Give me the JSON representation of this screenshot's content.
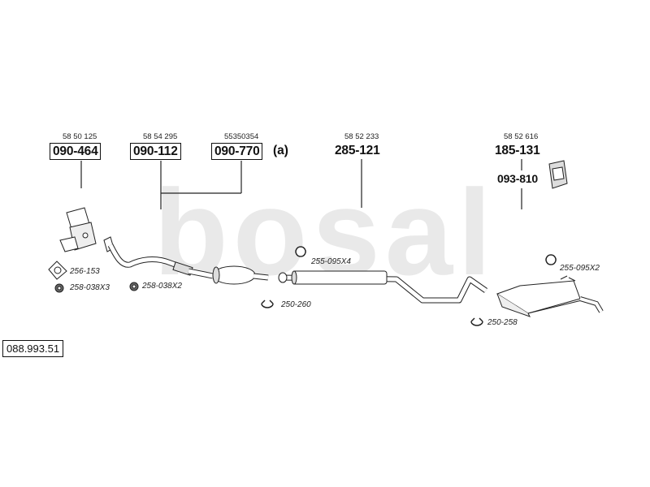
{
  "catalog_number": "088.993.51",
  "watermark": "bosal",
  "parts": [
    {
      "ref": "58 50 125",
      "number": "090-464",
      "boxed": true
    },
    {
      "ref": "58 54 295",
      "number": "090-112",
      "boxed": true
    },
    {
      "ref": "55350354",
      "number": "090-770",
      "boxed": true,
      "suffix": "(a)"
    },
    {
      "ref": "58 52 233",
      "number": "285-121",
      "boxed": false
    },
    {
      "ref": "58 52 616",
      "number": "185-131",
      "boxed": false
    },
    {
      "ref": "",
      "number": "093-810",
      "boxed": false
    }
  ],
  "accessories": [
    {
      "label": "256-153",
      "icon": "flange-gasket-icon"
    },
    {
      "label": "258-038X3",
      "icon": "rubber-ring-icon"
    },
    {
      "label": "258-038X2",
      "icon": "rubber-ring-icon"
    },
    {
      "label": "255-095X4",
      "icon": "clamp-icon"
    },
    {
      "label": "250-260",
      "icon": "clamp-icon"
    },
    {
      "label": "255-095X2",
      "icon": "clamp-icon"
    },
    {
      "label": "250-258",
      "icon": "clamp-icon"
    }
  ]
}
